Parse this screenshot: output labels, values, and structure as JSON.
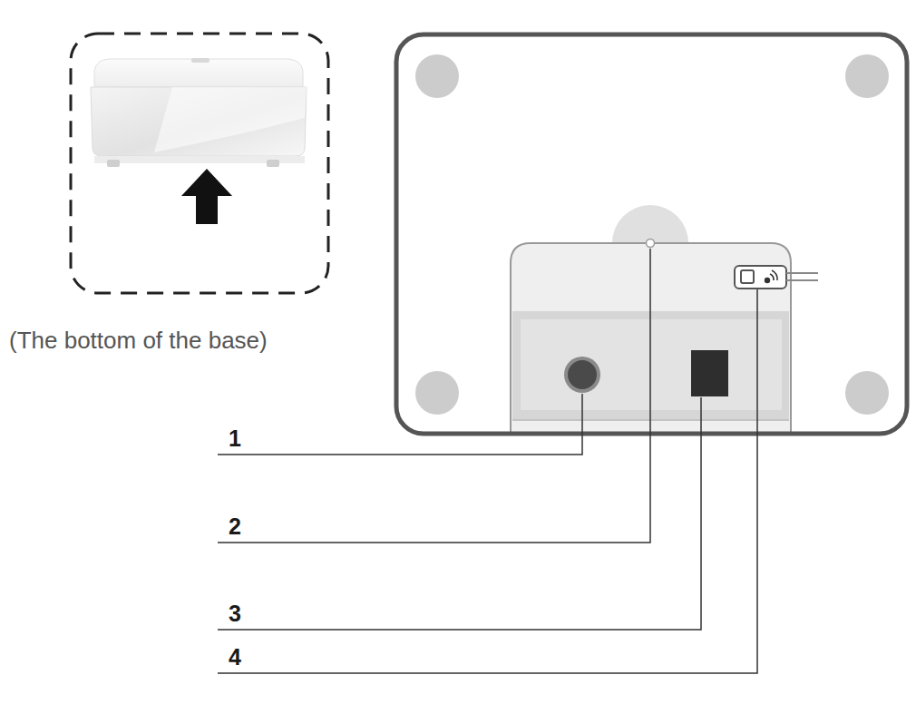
{
  "diagram": {
    "labels": [
      "(The bottom of the base)",
      "1",
      "2",
      "3",
      "4"
    ]
  }
}
